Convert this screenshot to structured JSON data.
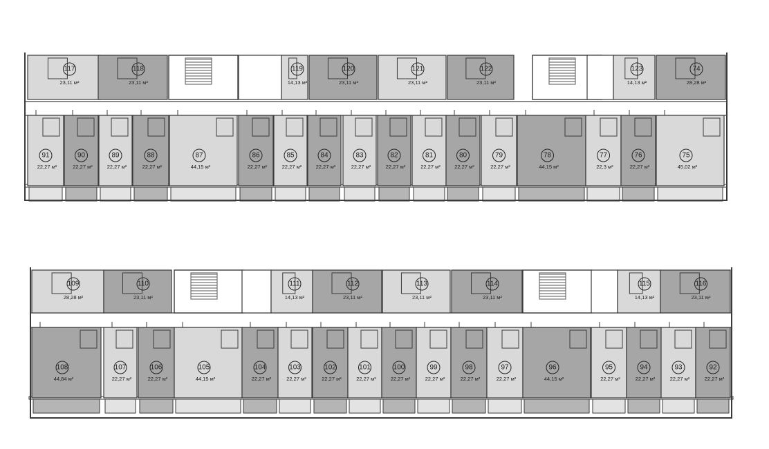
{
  "colors": {
    "light": "#d9d9d9",
    "dark": "#a6a6a6",
    "corridor": "#ffffff",
    "wall": "#3a3a3a",
    "stair": "#555555"
  },
  "floors": [
    {
      "north_units": [
        {
          "number": "117",
          "area": "23,11 м²",
          "shade": "light"
        },
        {
          "number": "118",
          "area": "23,11 м²",
          "shade": "dark"
        },
        {
          "number": "119",
          "area": "14,13 м²",
          "shade": "light"
        },
        {
          "number": "120",
          "area": "23,11 м²",
          "shade": "dark"
        },
        {
          "number": "121",
          "area": "23,11 м²",
          "shade": "light"
        },
        {
          "number": "122",
          "area": "23,11 м²",
          "shade": "dark"
        },
        {
          "number": "123",
          "area": "14,13 м²",
          "shade": "light"
        },
        {
          "number": "74",
          "area": "28,28 м²",
          "shade": "dark"
        }
      ],
      "south_units": [
        {
          "number": "91",
          "area": "22,27 м²",
          "shade": "light"
        },
        {
          "number": "90",
          "area": "22,27 м²",
          "shade": "dark"
        },
        {
          "number": "89",
          "area": "22,27 м²",
          "shade": "light"
        },
        {
          "number": "88",
          "area": "22,27 м²",
          "shade": "dark"
        },
        {
          "number": "87",
          "area": "44,15 м²",
          "shade": "light"
        },
        {
          "number": "86",
          "area": "22,27 м²",
          "shade": "dark"
        },
        {
          "number": "85",
          "area": "22,27 м²",
          "shade": "light"
        },
        {
          "number": "84",
          "area": "22,27 м²",
          "shade": "dark"
        },
        {
          "number": "83",
          "area": "22,27 м²",
          "shade": "light"
        },
        {
          "number": "82",
          "area": "22,27 м²",
          "shade": "dark"
        },
        {
          "number": "81",
          "area": "22,27 м²",
          "shade": "light"
        },
        {
          "number": "80",
          "area": "22,27 м²",
          "shade": "dark"
        },
        {
          "number": "79",
          "area": "22,27 м²",
          "shade": "light"
        },
        {
          "number": "78",
          "area": "44,15 м²",
          "shade": "dark"
        },
        {
          "number": "77",
          "area": "22,3 м²",
          "shade": "light"
        },
        {
          "number": "76",
          "area": "22,27 м²",
          "shade": "dark"
        },
        {
          "number": "75",
          "area": "45,02 м²",
          "shade": "light"
        }
      ]
    },
    {
      "north_units": [
        {
          "number": "109",
          "area": "28,28 м²",
          "shade": "light"
        },
        {
          "number": "110",
          "area": "23,11 м²",
          "shade": "dark"
        },
        {
          "number": "111",
          "area": "14,13 м²",
          "shade": "light"
        },
        {
          "number": "112",
          "area": "23,11 м²",
          "shade": "dark"
        },
        {
          "number": "113",
          "area": "23,11 м²",
          "shade": "light"
        },
        {
          "number": "114",
          "area": "23,11 м²",
          "shade": "dark"
        },
        {
          "number": "115",
          "area": "14,13 м²",
          "shade": "light"
        },
        {
          "number": "116",
          "area": "23,11 м²",
          "shade": "dark"
        }
      ],
      "south_units": [
        {
          "number": "108",
          "area": "44,84 м²",
          "shade": "dark"
        },
        {
          "number": "107",
          "area": "22,27 м²",
          "shade": "light"
        },
        {
          "number": "106",
          "area": "22,27 м²",
          "shade": "dark"
        },
        {
          "number": "105",
          "area": "44,15 м²",
          "shade": "light"
        },
        {
          "number": "104",
          "area": "22,27 м²",
          "shade": "dark"
        },
        {
          "number": "103",
          "area": "22,27 м²",
          "shade": "light"
        },
        {
          "number": "102",
          "area": "22,27 м²",
          "shade": "dark"
        },
        {
          "number": "101",
          "area": "22,27 м²",
          "shade": "light"
        },
        {
          "number": "100",
          "area": "22,27 м²",
          "shade": "dark"
        },
        {
          "number": "99",
          "area": "22,27 м²",
          "shade": "light"
        },
        {
          "number": "98",
          "area": "22,27 м²",
          "shade": "dark"
        },
        {
          "number": "97",
          "area": "22,27 м²",
          "shade": "light"
        },
        {
          "number": "96",
          "area": "44,15 м²",
          "shade": "dark"
        },
        {
          "number": "95",
          "area": "22,27 м²",
          "shade": "light"
        },
        {
          "number": "94",
          "area": "22,27 м²",
          "shade": "dark"
        },
        {
          "number": "93",
          "area": "22,27 м²",
          "shade": "light"
        },
        {
          "number": "92",
          "area": "22,27 м²",
          "shade": "dark"
        }
      ]
    }
  ]
}
